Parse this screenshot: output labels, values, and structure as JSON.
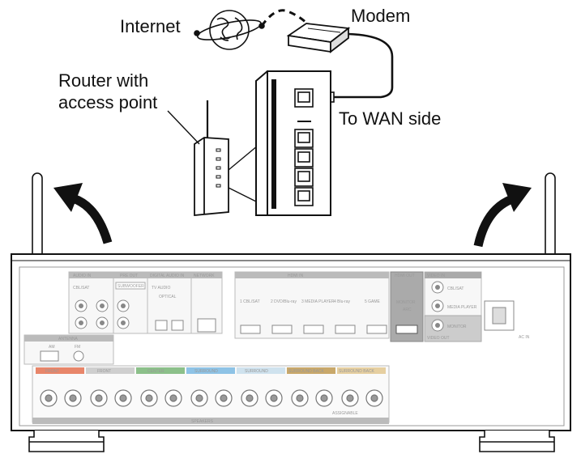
{
  "labels": {
    "internet": "Internet",
    "modem": "Modem",
    "router_line1": "Router with",
    "router_line2": "access point",
    "wan": "To WAN side"
  },
  "panel": {
    "audio_in": "AUDIO IN",
    "pre_out": "PRE OUT",
    "digital_audio_in": "DIGITAL AUDIO IN",
    "network": "NETWORK",
    "hdmi_in": "HDMI IN",
    "hdmi_out": "HDMI OUT",
    "video_in": "VIDEO IN",
    "video_out": "VIDEO OUT",
    "antenna": "ANTENNA",
    "am": "AM",
    "fm": "FM",
    "subwoofer": "SUBWOOFER",
    "cbl_sat": "CBL/SAT",
    "media_player": "MEDIA PLAYER",
    "tv_audio": "TV AUDIO",
    "optical": "OPTICAL",
    "monitor": "MONITOR",
    "arc": "ARC",
    "ac_in": "AC IN",
    "speakers": "SPEAKERS",
    "assignable": "ASSIGNABLE",
    "hdmi_inputs": [
      "1  CBL/SAT",
      "2  DVD/Blu-ray",
      "3  MEDIA PLAYER",
      "4  Blu-ray",
      "5  GAME"
    ],
    "speaker_groups": [
      "FRONT",
      "FRONT",
      "CENTER",
      "SURROUND",
      "SURROUND",
      "SURROUND BACK",
      "SURROUND BACK"
    ]
  },
  "colors": {
    "front_left": "#e8866a",
    "front_right": "#cfcfcf",
    "center": "#8cc08a",
    "surround_left": "#8ec3e6",
    "surround_right": "#cfe2ee",
    "surround_back_left": "#c9a86a",
    "surround_back_right": "#e6cfa0"
  }
}
